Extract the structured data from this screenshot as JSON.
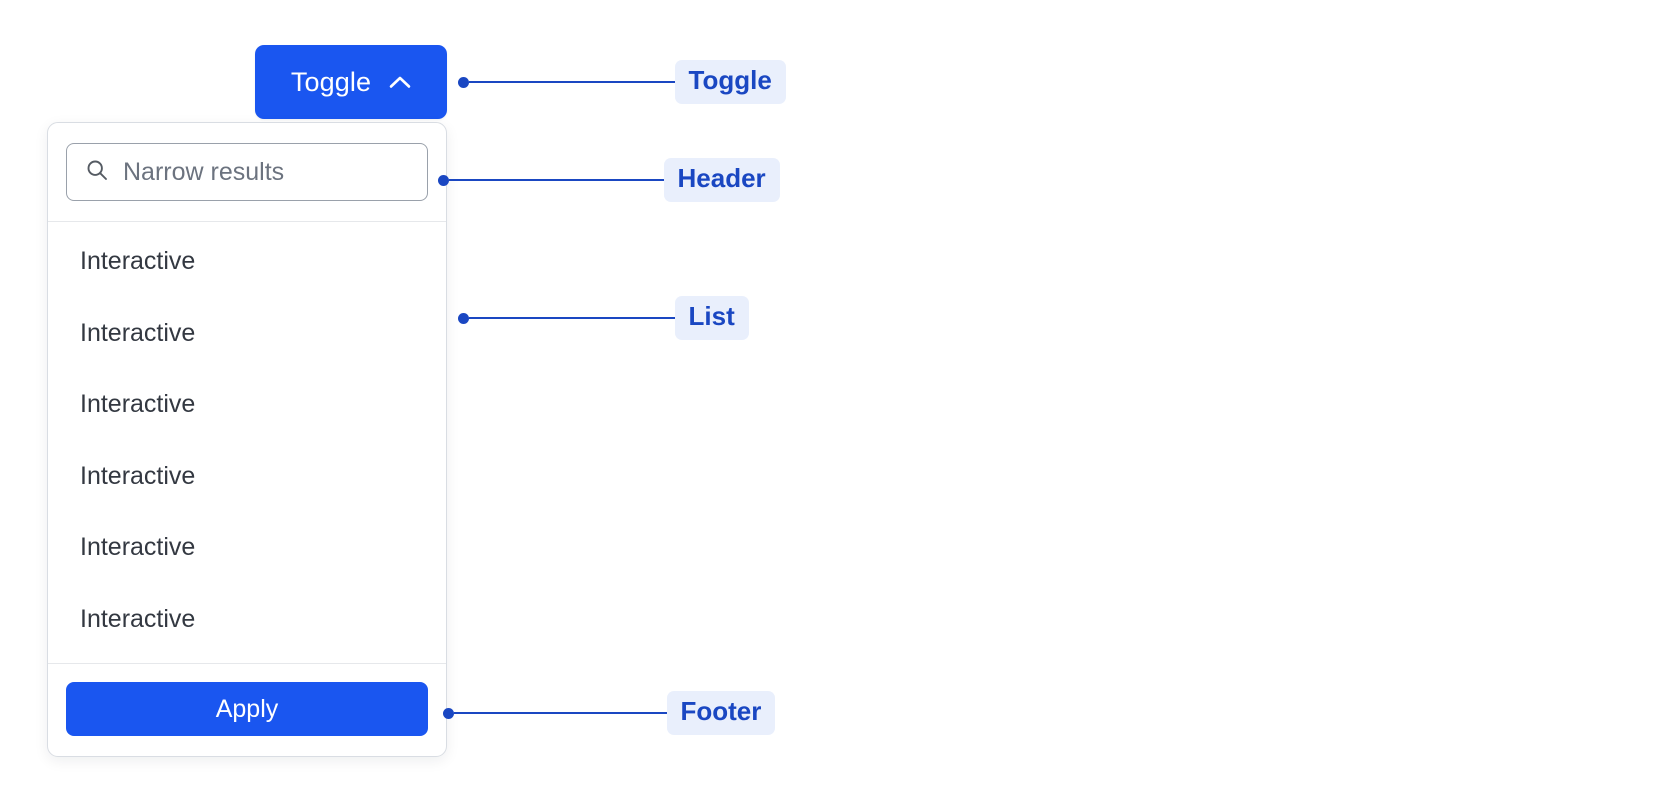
{
  "toggle": {
    "label": "Toggle",
    "icon": "chevron-up-icon",
    "color": "#1a56f0",
    "text_color": "#ffffff",
    "expanded": true
  },
  "panel": {
    "header": {
      "search": {
        "icon": "search-icon",
        "placeholder": "Narrow results",
        "value": ""
      }
    },
    "list": {
      "items": [
        {
          "label": "Interactive"
        },
        {
          "label": "Interactive"
        },
        {
          "label": "Interactive"
        },
        {
          "label": "Interactive"
        },
        {
          "label": "Interactive"
        },
        {
          "label": "Interactive"
        }
      ]
    },
    "footer": {
      "apply_label": "Apply",
      "color": "#1a56f0"
    },
    "border_color": "#d9dde3",
    "background": "#ffffff"
  },
  "annotations": {
    "accent_color": "#1a47c2",
    "badge_background": "#e9effc",
    "items": [
      {
        "label": "Toggle"
      },
      {
        "label": "Header"
      },
      {
        "label": "List"
      },
      {
        "label": "Footer"
      }
    ]
  }
}
